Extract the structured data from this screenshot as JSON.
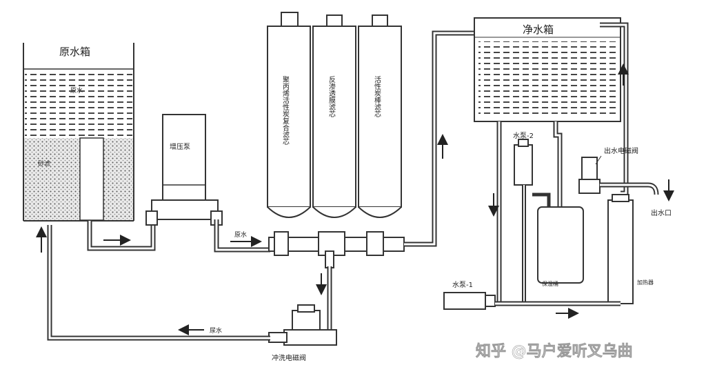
{
  "labels": {
    "raw_tank": "原水箱",
    "raw_tank_inner": "原水",
    "sand": "砂滤",
    "booster_pump": "增压泵",
    "filter1": "聚丙烯活性炭复合滤芯",
    "filter2": "反渗透膜滤芯",
    "filter3": "活性炭棒滤芯",
    "clean_tank": "净水箱",
    "raw_water": "原水",
    "waste_water": "尿水",
    "flush_valve": "冲洗电磁阀",
    "pump1": "水泵-1",
    "pump2": "水泵-2",
    "outlet_valve": "出水电磁阀",
    "outlet": "出水口",
    "insulated_tank": "保温桶",
    "heater": "加热器"
  },
  "watermark": "知乎 @马户爱听叉乌曲",
  "colors": {
    "line": "#333333",
    "fill": "#ffffff",
    "dots": "#777777"
  }
}
